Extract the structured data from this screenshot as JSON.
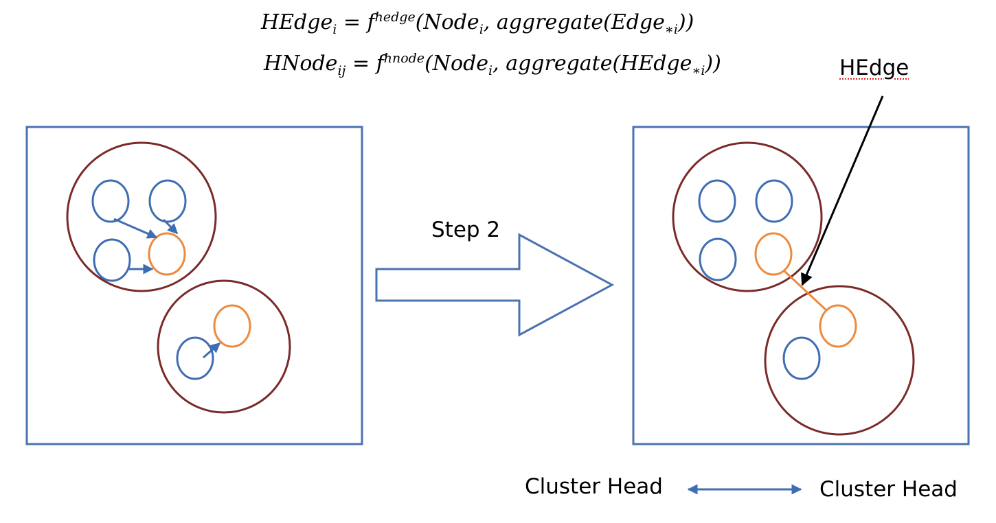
{
  "formulas": {
    "hedge": {
      "lhs": "HEdge",
      "lhs_sub": "i",
      "eq": " = ",
      "f": "f",
      "f_sup": "hedge",
      "args_open": "(Node",
      "args_sub": "i",
      "args_mid": ", aggregate(Edge",
      "args_sub2": "∗i",
      "args_close": "))"
    },
    "hnode": {
      "lhs": "HNode",
      "lhs_sub": "ij",
      "eq": " = ",
      "f": "f",
      "f_sup": "hnode",
      "args_open": "(Node",
      "args_sub": "i",
      "args_mid": ", aggregate(HEdge",
      "args_sub2": "∗i",
      "args_close": "))"
    }
  },
  "labels": {
    "step": "Step 2",
    "hedge_callout": "HEdge",
    "legend_left": "Cluster Head",
    "legend_right": "Cluster Head"
  },
  "colors": {
    "box": "#4a72b0",
    "cluster": "#7a2a2a",
    "node": "#3f6db3",
    "head": "#ee8a3c",
    "callout": "#000000"
  }
}
